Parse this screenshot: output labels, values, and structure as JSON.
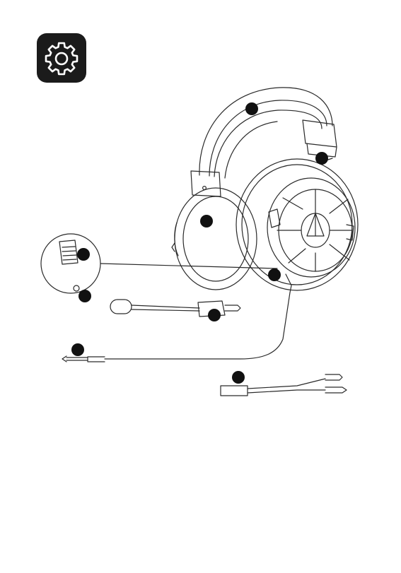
{
  "page": {
    "background": "#ffffff",
    "line_color": "#2a2a2a",
    "callout_color": "#111111"
  },
  "settings_tile": {
    "icon": "gear-icon",
    "tile_color": "#1b1b1b",
    "icon_color": "#ffffff"
  },
  "diagram": {
    "subject": "headset-components",
    "callout_markers": [
      {
        "part": "headband"
      },
      {
        "part": "headband-slider"
      },
      {
        "part": "ear-cushion"
      },
      {
        "part": "volume-wheel"
      },
      {
        "part": "microphone-port"
      },
      {
        "part": "cable-connection"
      },
      {
        "part": "detachable-microphone"
      },
      {
        "part": "3-5mm-cable-plug"
      },
      {
        "part": "y-splitter-adapter"
      }
    ]
  }
}
